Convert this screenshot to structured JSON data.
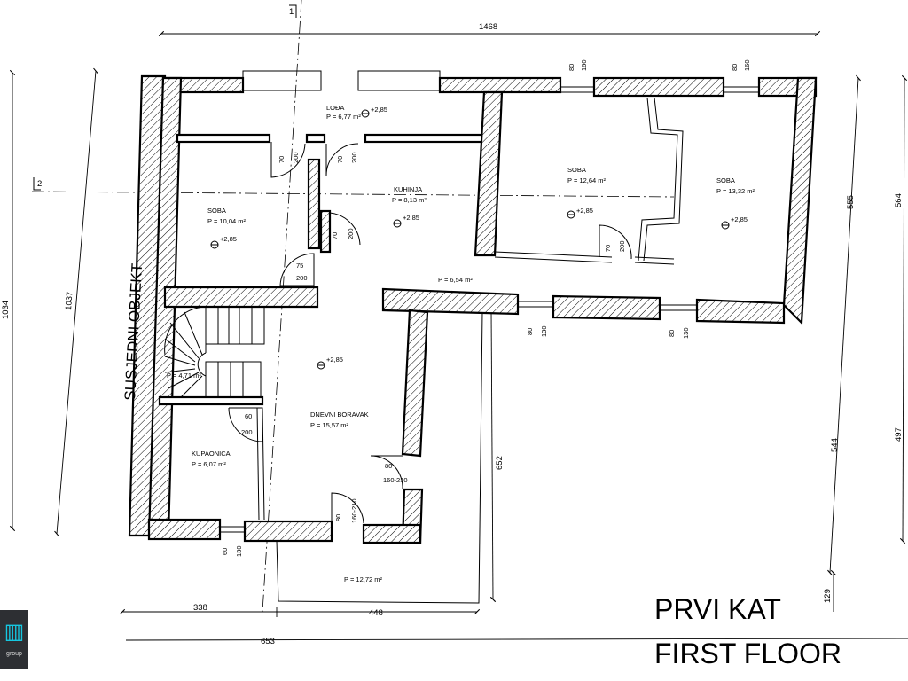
{
  "title": {
    "line1": "PRVI KAT",
    "line2": "FIRST FLOOR"
  },
  "neighbour_label": "SUSJEDNI OBJEKT",
  "axis_labels": {
    "vertical": "1",
    "horizontal": "2"
  },
  "rooms": {
    "loda": {
      "name": "LOĐA",
      "area": "P = 6,77 m²",
      "level": "+2,85"
    },
    "kuhinja": {
      "name": "KUHINJA",
      "area": "P = 8,13 m²",
      "level": "+2,85"
    },
    "soba_left": {
      "name": "SOBA",
      "area": "P = 10,04 m²",
      "level": "+2,85"
    },
    "soba_mid": {
      "name": "SOBA",
      "area": "P = 12,64 m²",
      "level": "+2,85"
    },
    "soba_right": {
      "name": "SOBA",
      "area": "P = 13,32 m²",
      "level": "+2,85"
    },
    "hall": {
      "area": "P = 6,54 m²"
    },
    "stairs": {
      "area": "P = 4,71 m²"
    },
    "dnevni": {
      "name": "DNEVNI BORAVAK",
      "area": "P = 15,57 m²",
      "level": "+2,85"
    },
    "kupaonica": {
      "name": "KUPAONICA",
      "area": "P = 6,07 m²"
    },
    "terrace": {
      "area": "P = 12,72 m²"
    }
  },
  "dimensions": {
    "top_total": "1468",
    "left_outer": "1034",
    "left_inner": "1037",
    "right_555": "555",
    "right_564": "564",
    "right_544": "544",
    "right_497": "497",
    "right_129": "129",
    "bottom_338": "338",
    "bottom_448": "448",
    "bottom_653": "653",
    "terrace_652": "652"
  },
  "openings": {
    "win_top_1": [
      "80",
      "160"
    ],
    "win_top_2": [
      "80",
      "160"
    ],
    "door_loda_1": [
      "70",
      "200"
    ],
    "door_loda_2": [
      "70",
      "200"
    ],
    "door_kuhinja": [
      "70",
      "200"
    ],
    "door_soba_left": [
      "75",
      "200"
    ],
    "door_soba_mid": [
      "70",
      "200"
    ],
    "win_mid_1": [
      "80",
      "130"
    ],
    "win_mid_2": [
      "80",
      "130"
    ],
    "door_kupaonica": [
      "60",
      "200"
    ],
    "door_dnevni_side": [
      "80",
      "160-210"
    ],
    "door_dnevni_bottom": [
      "80",
      "160-210"
    ],
    "win_bath": [
      "60",
      "130"
    ]
  },
  "logo": {
    "sub": "group"
  }
}
